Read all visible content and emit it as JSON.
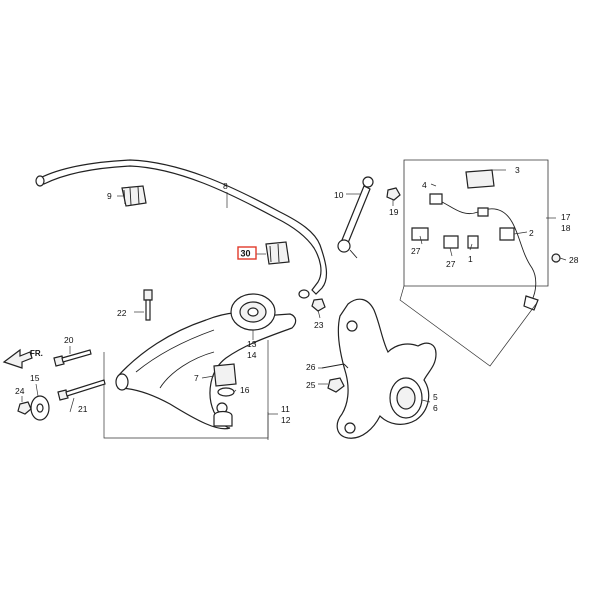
{
  "diagram": {
    "highlighted_callout": "30",
    "highlight_color": "#e23a2a",
    "direction_marker": "FR.",
    "callouts": {
      "c8": "8",
      "c9": "9",
      "c10": "10",
      "c19": "19",
      "c4": "4",
      "c3": "3",
      "c2": "2",
      "c17": "17",
      "c18": "18",
      "c28": "28",
      "c27a": "27",
      "c27b": "27",
      "c1": "1",
      "c22": "22",
      "c23": "23",
      "c20": "20",
      "c13": "13",
      "c14": "14",
      "c15": "15",
      "c24": "24",
      "c21": "21",
      "c7": "7",
      "c16": "16",
      "c11": "11",
      "c12": "12",
      "c26": "26",
      "c25": "25",
      "c5": "5",
      "c6": "6"
    }
  }
}
